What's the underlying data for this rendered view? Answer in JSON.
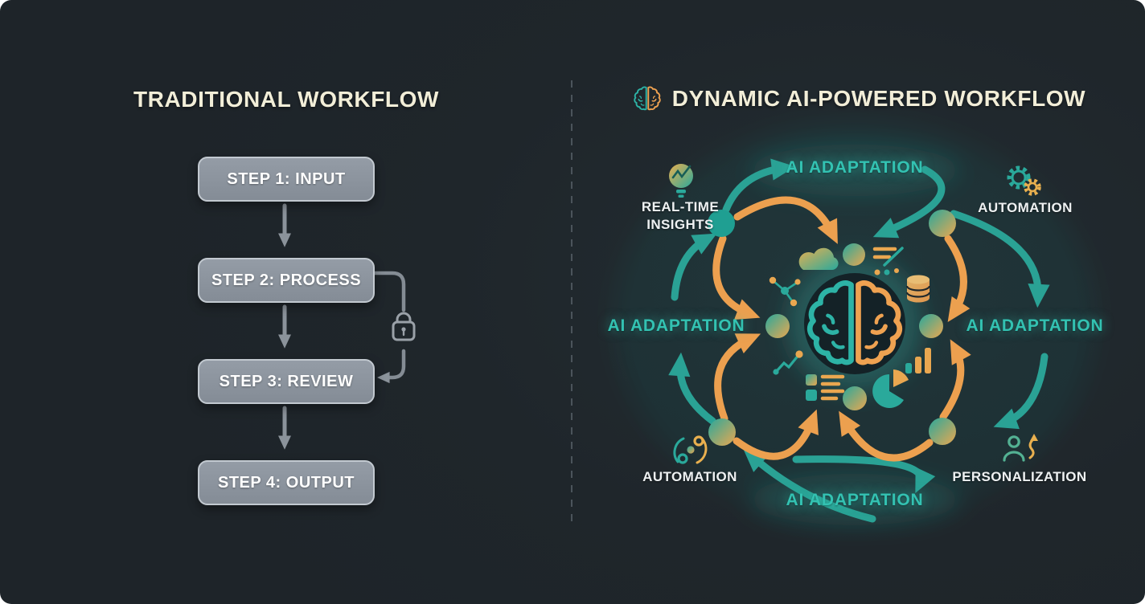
{
  "left_panel": {
    "title": "TRADITIONAL WORKFLOW",
    "steps": [
      {
        "label": "STEP 1: INPUT"
      },
      {
        "label": "STEP 2: PROCESS"
      },
      {
        "label": "STEP 3: REVIEW"
      },
      {
        "label": "STEP 4: OUTPUT"
      }
    ],
    "loop": {
      "icon": "lock",
      "from": "STEP 2: PROCESS",
      "to": "STEP 3: REVIEW"
    }
  },
  "right_panel": {
    "title": "DYNAMIC AI-POWERED WORKFLOW",
    "title_icon": "brain-icon",
    "labels": {
      "top": "AI ADAPTATION",
      "right": "AI ADAPTATION",
      "bottom": "AI ADAPTATION",
      "left": "AI ADAPTATION",
      "top_left": "REAL-TIME INSIGHTS",
      "top_right": "AUTOMATION",
      "bottom_left": "AUTOMATION",
      "bottom_right": "PERSONALIZATION"
    },
    "icons": [
      "brain",
      "lightbulb",
      "gears",
      "automation-nodes",
      "person-growth",
      "cloud",
      "sort-lines",
      "database",
      "molecule",
      "trend-line",
      "list",
      "bar-chart",
      "pie-chart"
    ]
  },
  "palette": {
    "background": "#1f262b",
    "teal": "#2aa99b",
    "teal_bright": "#3cc8b4",
    "orange": "#eda052",
    "cream": "#f2eed8",
    "box_gray": "#87909a",
    "box_border": "#c2c9d0",
    "arrow_gray": "#8b939b",
    "label_white": "#eef1f2"
  }
}
